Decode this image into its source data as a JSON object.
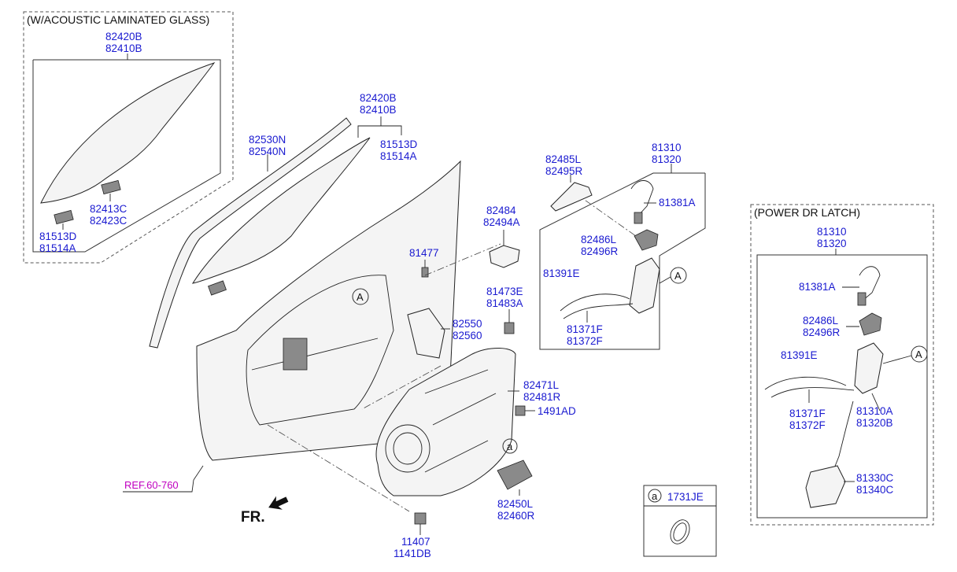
{
  "sections": {
    "acoustic_glass": "(W/ACOUSTIC LAMINATED GLASS)",
    "power_latch": "(POWER DR LATCH)"
  },
  "labels": {
    "ac_glass_a": "82420B",
    "ac_glass_b": "82410B",
    "ac_clip_a": "82413C",
    "ac_clip_b": "82423C",
    "ac_stop_a": "81513D",
    "ac_stop_b": "81514A",
    "run_a": "82530N",
    "run_b": "82540N",
    "glass_a": "82420B",
    "glass_b": "82410B",
    "stop_a": "81513D",
    "stop_b": "81514A",
    "ext_a": "82485L",
    "ext_b": "82495R",
    "handle_a": "82484",
    "handle_b": "82494A",
    "bolt": "81477",
    "clip_a": "81473E",
    "clip_b": "81483A",
    "bracket_a": "82550",
    "bracket_b": "82560",
    "latch_a": "81310",
    "latch_b": "81320",
    "rod": "81381A",
    "cover_a": "82486L",
    "cover_b": "82496R",
    "cable": "81391E",
    "cable2_a": "81371F",
    "cable2_b": "81372F",
    "module_a": "82471L",
    "module_b": "82481R",
    "grommet": "1491AD",
    "motor_a": "82450L",
    "motor_b": "82460R",
    "screw_a": "11407",
    "screw_b": "1141DB",
    "ref": "REF.60-760",
    "fr": "FR.",
    "plug_key": "a",
    "plug_code": "1731JE",
    "pw_latch_a": "81310",
    "pw_latch_b": "81320",
    "pw_rod": "81381A",
    "pw_cover_a": "82486L",
    "pw_cover_b": "82496R",
    "pw_cable": "81391E",
    "pw_cable2_a": "81371F",
    "pw_cable2_b": "81372F",
    "pw_latch2_a": "81310A",
    "pw_latch2_b": "81320B",
    "pw_act_a": "81330C",
    "pw_act_b": "81340C",
    "mark_a1": "A",
    "mark_a2": "A",
    "mark_a3": "A",
    "mark_small": "a"
  }
}
